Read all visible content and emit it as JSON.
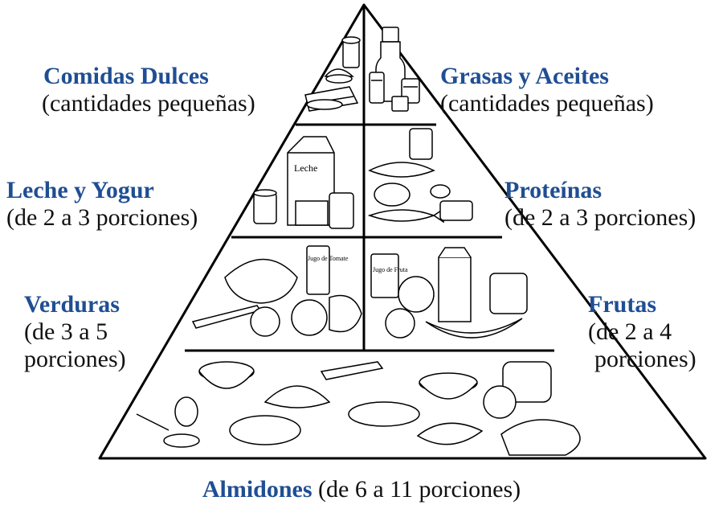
{
  "labels": {
    "sweets": {
      "title": "Comidas Dulces",
      "detail": "(cantidades pequeñas)"
    },
    "fats": {
      "title": "Grasas y Aceites",
      "detail": "(cantidades pequeñas)"
    },
    "dairy": {
      "title": "Leche y Yogur",
      "detail": "(de 2 a 3 porciones)"
    },
    "protein": {
      "title": "Proteínas",
      "detail": "(de 2 a 3 porciones)"
    },
    "vegetables": {
      "title": "Verduras",
      "detail_1": "(de 3 a 5",
      "detail_2": "porciones)"
    },
    "fruits": {
      "title": "Frutas",
      "detail_1": "(de 2 a 4",
      "detail_2": "porciones)"
    },
    "starches": {
      "title": "Almidones",
      "detail": "(de 6 a 11 porciones)"
    }
  },
  "packaging_text": {
    "milk_carton": "Leche",
    "tomato_juice": "Jugo de Tomate",
    "fruit_juice": "Jugo de Fruta"
  },
  "colors": {
    "heading": "#1f4e93",
    "text": "#111111",
    "line": "#000000"
  }
}
